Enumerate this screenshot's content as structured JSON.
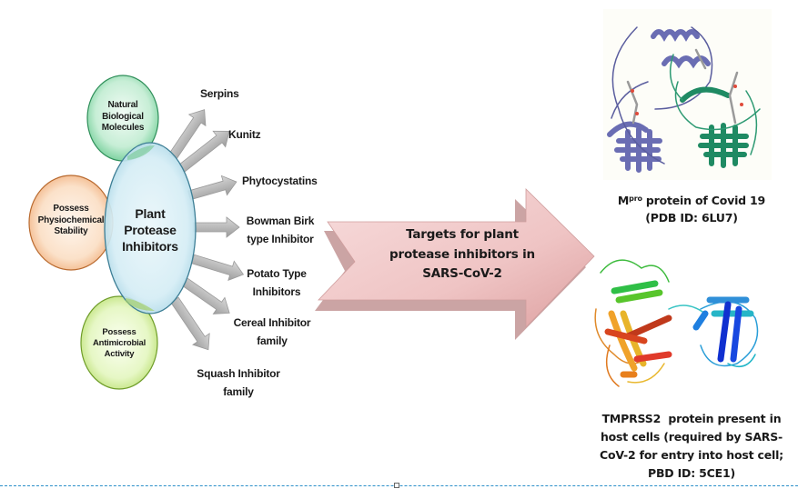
{
  "diagram": {
    "center": {
      "line1": "Plant",
      "line2": "Protease",
      "line3": "Inhibitors"
    },
    "properties": [
      {
        "line1": "Natural",
        "line2": "Biological",
        "line3": "Molecules",
        "color": "#8fdcae"
      },
      {
        "line1": "Possess",
        "line2": "Physiochemical",
        "line3": "Stability",
        "color": "#f7c9a1"
      },
      {
        "line1": "Possess",
        "line2": "Antimicrobial",
        "line3": "Activity",
        "color": "#d9f0a8"
      }
    ],
    "inhibitor_types": [
      {
        "line1": "Serpins",
        "line2": ""
      },
      {
        "line1": "Kunitz",
        "line2": ""
      },
      {
        "line1": "Phytocystatins",
        "line2": ""
      },
      {
        "line1": "Bowman Birk",
        "line2": "type Inhibitor"
      },
      {
        "line1": "Potato Type",
        "line2": "Inhibitors"
      },
      {
        "line1": "Cereal Inhibitor",
        "line2": "family"
      },
      {
        "line1": "Squash Inhibitor",
        "line2": "family"
      }
    ],
    "big_arrow": {
      "line1": "Targets for plant",
      "line2": "protease inhibitors in",
      "line3": "SARS-CoV-2",
      "color": "#e8b4b4"
    },
    "targets": [
      {
        "name_main": "M",
        "name_sup": "pro",
        "line1_rest": " protein of Covid 19",
        "line2": "(PDB ID: 6LU7)"
      },
      {
        "line1": "TMPRSS2  protein present in",
        "line2": "host cells (required by SARS-",
        "line3": "CoV-2 for entry into host cell;",
        "line4": "PBD ID: 5CE1)"
      }
    ]
  }
}
